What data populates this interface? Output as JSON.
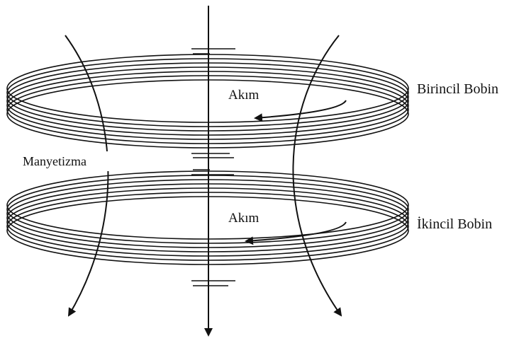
{
  "labels": {
    "primary_coil": "Birincil Bobin",
    "secondary_coil": "İkincil Bobin",
    "current_top": "Akım",
    "current_bottom": "Akım",
    "magnetism": "Manyetizma"
  },
  "colors": {
    "line": "#111111",
    "background": "#ffffff"
  }
}
